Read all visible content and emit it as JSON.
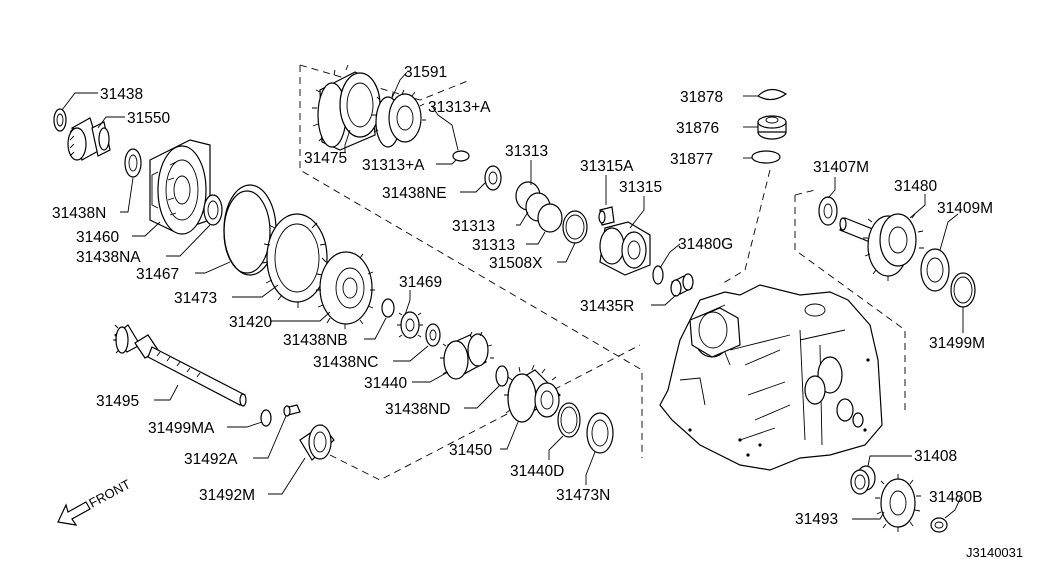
{
  "diagram": {
    "parts": {
      "p31438": "31438",
      "p31550": "31550",
      "p31438N": "31438N",
      "p31460": "31460",
      "p31438NA": "31438NA",
      "p31467": "31467",
      "p31473": "31473",
      "p31420": "31420",
      "p31469": "31469",
      "p31438NB": "31438NB",
      "p31438NC": "31438NC",
      "p31440": "31440",
      "p31438ND": "31438ND",
      "p31495": "31495",
      "p31499MA": "31499MA",
      "p31492A": "31492A",
      "p31492M": "31492M",
      "p31450": "31450",
      "p31440D": "31440D",
      "p31473N": "31473N",
      "p31591": "31591",
      "p31313A1": "31313+A",
      "p31313A2": "31313+A",
      "p31475": "31475",
      "p31438NE": "31438NE",
      "p31313a": "31313",
      "p31313b": "31313",
      "p31313c": "31313",
      "p31508X": "31508X",
      "p31315A": "31315A",
      "p31315": "31315",
      "p31480G": "31480G",
      "p31435R": "31435R",
      "p31878": "31878",
      "p31876": "31876",
      "p31877": "31877",
      "p31407M": "31407M",
      "p31480": "31480",
      "p31409M": "31409M",
      "p31499M": "31499M",
      "p31408": "31408",
      "p31480B": "31480B",
      "p31493": "31493"
    },
    "front_label": "FRONT",
    "diagram_code": "J3140031"
  }
}
